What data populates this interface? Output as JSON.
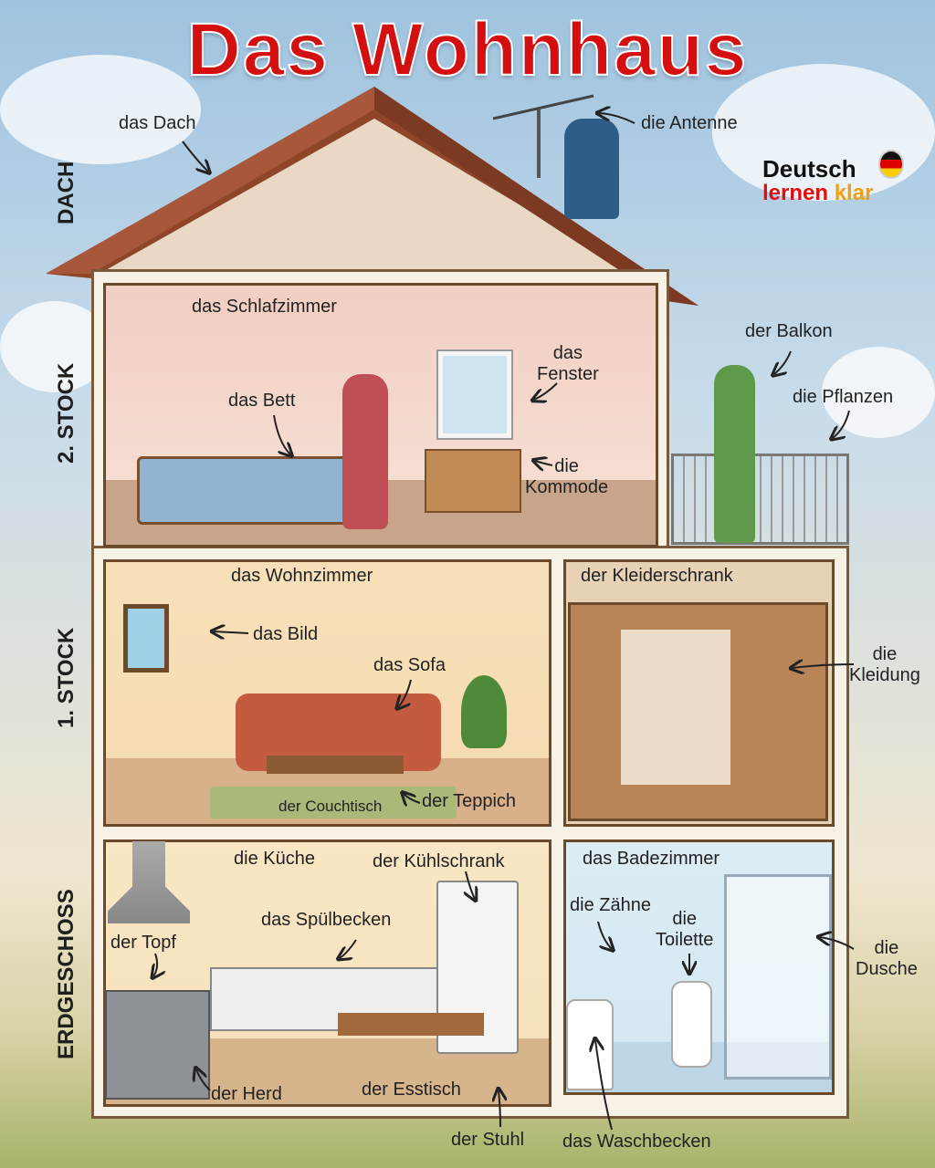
{
  "title": "Das Wohnhaus",
  "logo": {
    "line1": "Deutsch",
    "line2a": "lernen",
    "line2b": "klar"
  },
  "floors": {
    "dach": "DACH",
    "stock2": "2. STOCK",
    "stock1": "1. STOCK",
    "erdgeschoss": "ERDGESCHOSS"
  },
  "labels": {
    "dach": "das Dach",
    "antenne": "die Antenne",
    "balkon": "der Balkon",
    "pflanzen": "die Pflanzen",
    "schlafzimmer": "das Schlafzimmer",
    "bett": "das Bett",
    "fenster_1": "das",
    "fenster_2": "Fenster",
    "kommode_1": "die",
    "kommode_2": "Kommode",
    "wohnzimmer": "das Wohnzimmer",
    "bild": "das Bild",
    "sofa": "das Sofa",
    "couchtisch": "der Couchtisch",
    "teppich": "der Teppich",
    "kleiderschrank": "der Kleiderschrank",
    "kleidung_1": "die",
    "kleidung_2": "Kleidung",
    "kueche": "die Küche",
    "kuehlschrank": "der Kühlschrank",
    "spuelbecken": "das Spülbecken",
    "topf": "der Topf",
    "herd": "der Herd",
    "esstisch": "der Esstisch",
    "stuhl": "der Stuhl",
    "badezimmer": "das Badezimmer",
    "zaehne": "die Zähne",
    "toilette_1": "die",
    "toilette_2": "Toilette",
    "dusche_1": "die",
    "dusche_2": "Dusche",
    "waschbecken": "das Waschbecken"
  },
  "colors": {
    "title": "#d40f0f",
    "roof": "#9a4b2c",
    "bedroom": "#f3d2c6",
    "livingroom": "#f6dcb3",
    "kitchen": "#f7e2bd",
    "bathroom": "#d6e9f3"
  }
}
